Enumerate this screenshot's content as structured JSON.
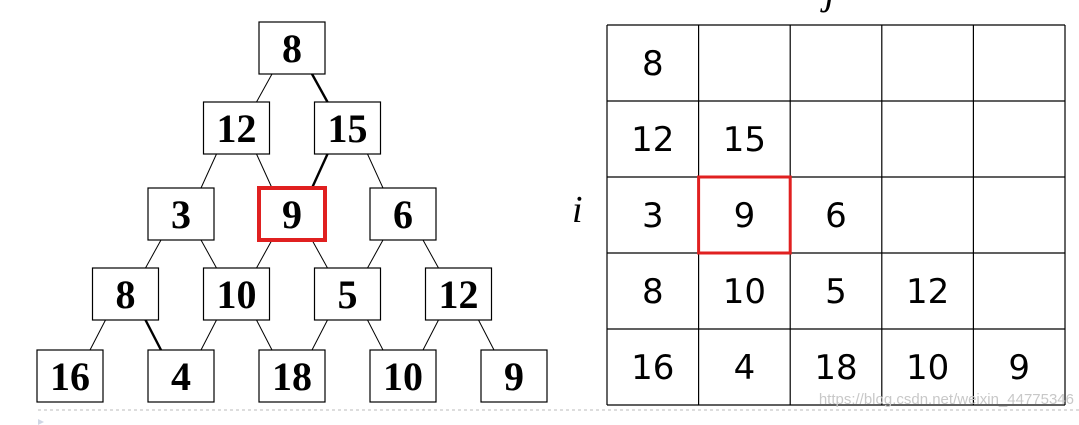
{
  "colors": {
    "line": "#000000",
    "highlight": "#e02020",
    "dashed": "#bbbbbb",
    "watermark": "#c8c8c8",
    "background": "#ffffff"
  },
  "triangle": {
    "rows": [
      [
        "8"
      ],
      [
        "12",
        "15"
      ],
      [
        "3",
        "9",
        "6"
      ],
      [
        "8",
        "10",
        "5",
        "12"
      ],
      [
        "16",
        "4",
        "18",
        "10",
        "9"
      ]
    ],
    "highlight": [
      2,
      1
    ],
    "path": [
      [
        0,
        0
      ],
      [
        1,
        1
      ],
      [
        2,
        1
      ],
      [
        3,
        0
      ],
      [
        4,
        1
      ]
    ]
  },
  "table": {
    "row_label": "i",
    "col_label": "j",
    "rows": [
      [
        "8"
      ],
      [
        "12",
        "15"
      ],
      [
        "3",
        "9",
        "6"
      ],
      [
        "8",
        "10",
        "5",
        "12"
      ],
      [
        "16",
        "4",
        "18",
        "10",
        "9"
      ]
    ],
    "highlight": [
      2,
      1
    ]
  },
  "watermark": "https://blog.csdn.net/weixin_44775346"
}
